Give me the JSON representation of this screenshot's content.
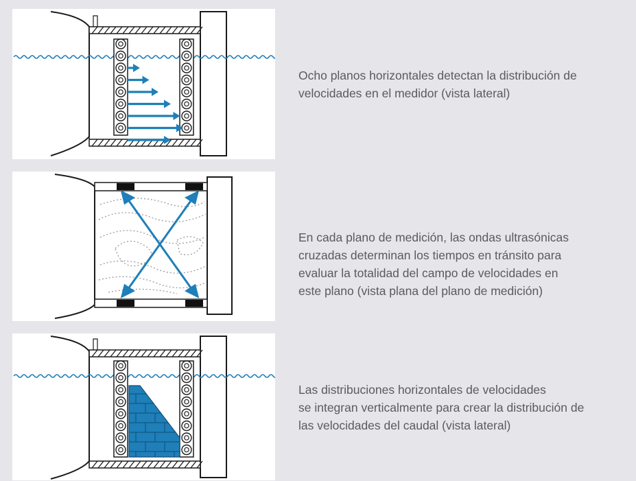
{
  "colors": {
    "background": "#e6e6ea",
    "panel": "#ffffff",
    "line": "#1a1a1a",
    "accent_blue": "#1f7fb8",
    "dotted": "#9a9a9a",
    "text": "#5a5a5f"
  },
  "panels": [
    {
      "id": "side-view-planes",
      "caption_lines": [
        "Ocho planos horizontales detectan la distribución de",
        "velocidades en el medidor (vista lateral)"
      ],
      "arrow_lengths": [
        0.2,
        0.35,
        0.5,
        0.7,
        0.85,
        0.9,
        0.7
      ]
    },
    {
      "id": "plan-view-crossing",
      "caption_lines": [
        "En cada plano de medición, las ondas ultrasónicas",
        "cruzadas determinan los tiempos en tránsito para",
        "evaluar la totalidad del campo de velocidades en",
        "este plano (vista plana del plano de medición)"
      ]
    },
    {
      "id": "side-view-integrated",
      "caption_lines": [
        "Las distribuciones horizontales de velocidades",
        "se integran verticalmente para crear la distribución de",
        "las velocidades del caudal (vista lateral)"
      ]
    }
  ]
}
